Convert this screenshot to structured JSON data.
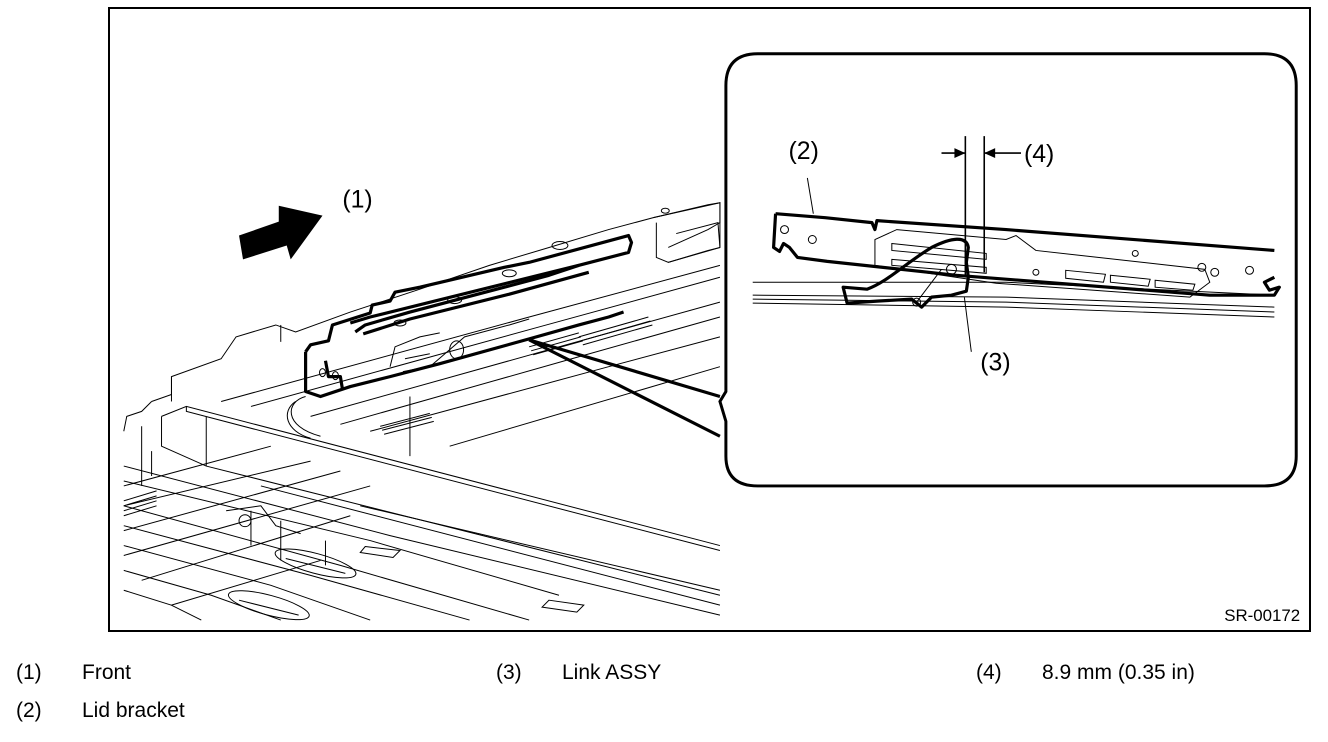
{
  "figure": {
    "id": "SR-00172",
    "callouts": [
      {
        "marker": "(1)",
        "target": "front-direction-arrow"
      },
      {
        "marker": "(2)",
        "target": "lid-bracket"
      },
      {
        "marker": "(3)",
        "target": "link-assy"
      },
      {
        "marker": "(4)",
        "target": "clearance-dimension"
      }
    ],
    "icons": {
      "front_arrow": "thick-right-arrow"
    }
  },
  "legend": [
    {
      "number": "(1)",
      "label": "Front"
    },
    {
      "number": "(2)",
      "label": "Lid bracket"
    },
    {
      "number": "(3)",
      "label": "Link ASSY"
    },
    {
      "number": "(4)",
      "label": "8.9 mm (0.35 in)"
    }
  ]
}
